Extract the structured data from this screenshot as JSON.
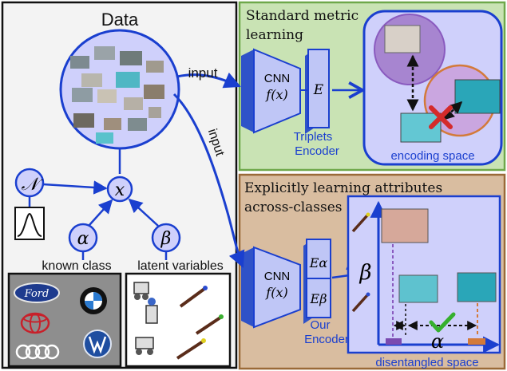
{
  "data_panel": {
    "title": "Data",
    "node_n": "𝒩",
    "node_x": "x",
    "node_alpha": "α",
    "node_beta": "β",
    "known_class_label": "known class",
    "latent_variables_label": "latent variables",
    "brands": [
      "Ford",
      "BMW",
      "Toyota",
      "Volkswagen",
      "Audi"
    ]
  },
  "arrows": {
    "input_top": "input",
    "input_bottom": "input"
  },
  "metric_panel": {
    "title_line1": "Standard metric",
    "title_line2": "learning",
    "cnn_label": "CNN",
    "cnn_func": "f(x)",
    "encoder_symbol": "E",
    "caption_line1": "Triplets",
    "caption_line2": "Encoder",
    "space_label": "encoding space"
  },
  "ours_panel": {
    "title_line1": "Explicitly learning attributes",
    "title_line2": "across-classes",
    "cnn_label": "CNN",
    "cnn_func": "f(x)",
    "e_alpha": "Eα",
    "e_beta": "Eβ",
    "caption_line1": "Our",
    "caption_line2": "Encoder",
    "axis_beta": "β",
    "axis_alpha": "α",
    "space_label": "disentangled space"
  },
  "colors": {
    "blue": "#1a3fcf",
    "metric_bg": "#c9e3b4",
    "metric_border": "#6ea84a",
    "ours_bg": "#d9bda0",
    "ours_border": "#9a6a38",
    "space_bg": "#cfd0fb",
    "red_cross": "#d42a2a",
    "green_check": "#35b02d"
  }
}
